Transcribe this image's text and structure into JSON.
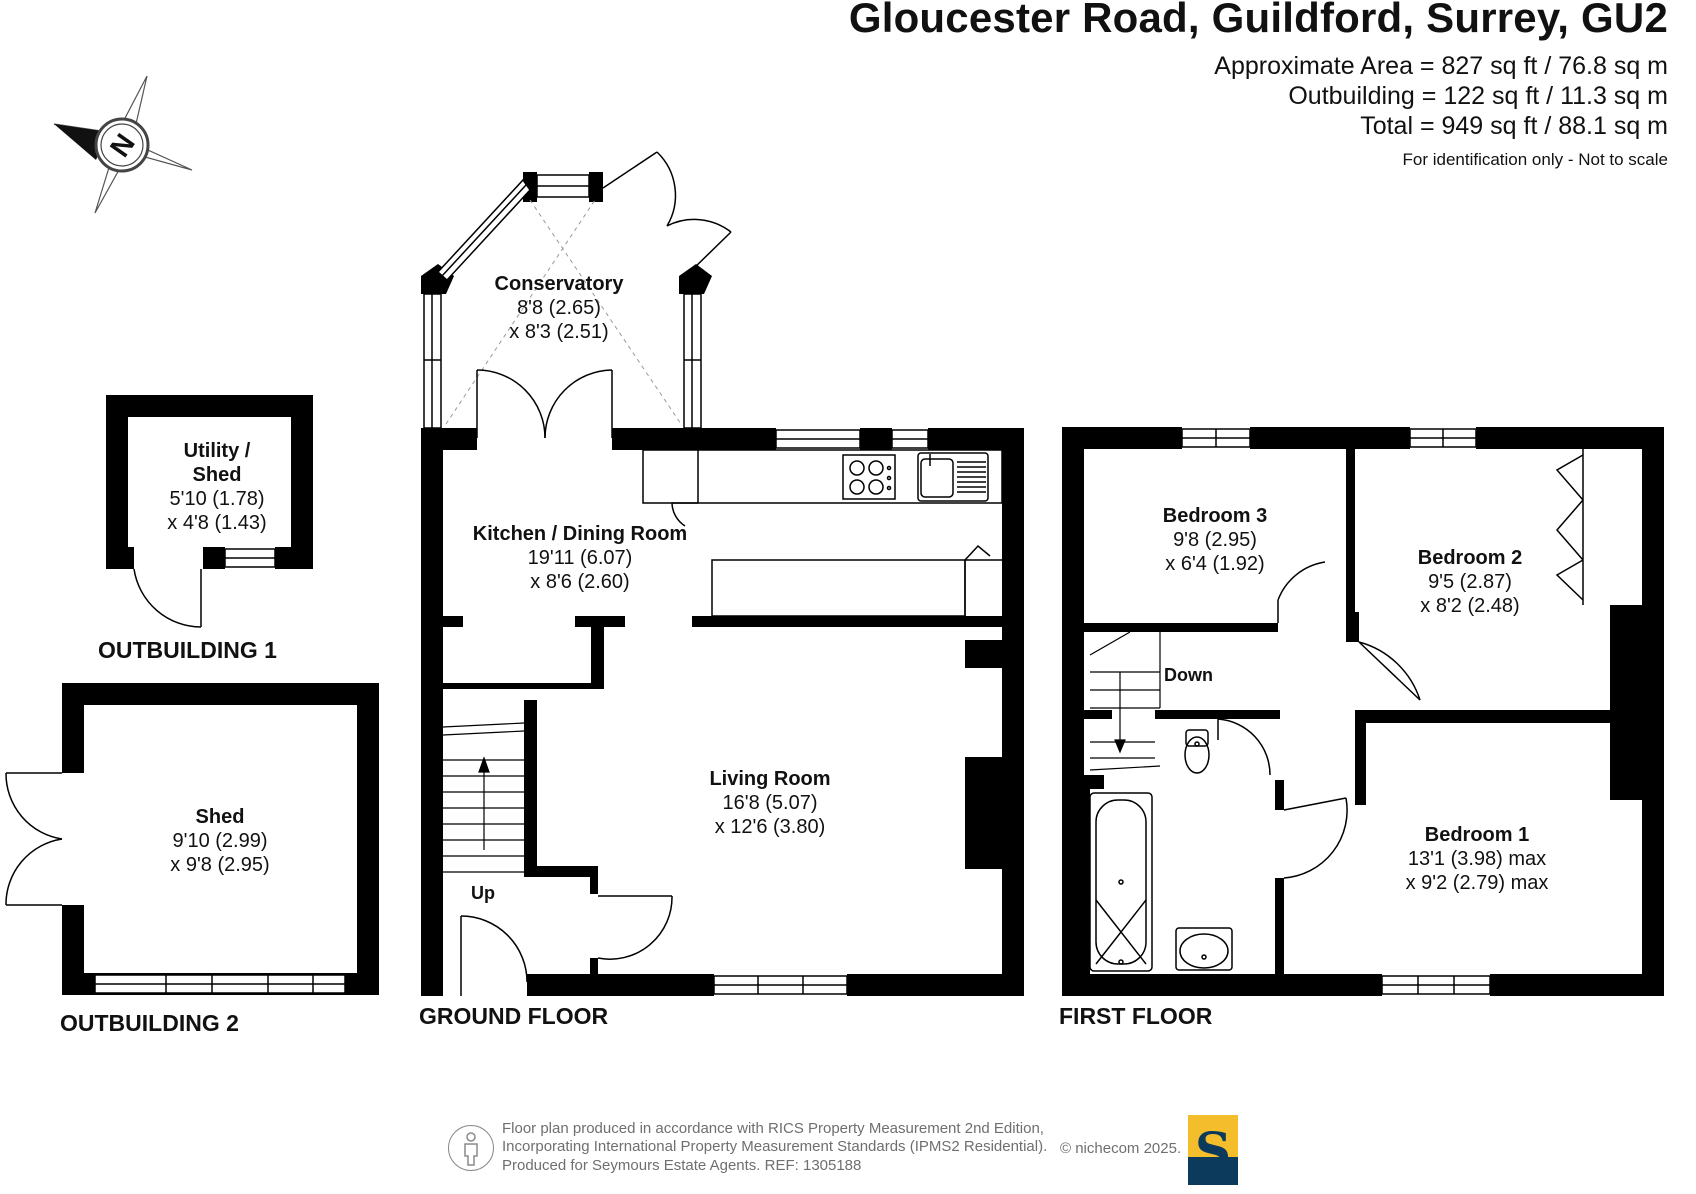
{
  "header": {
    "title": "Gloucester Road, Guildford, Surrey, GU2",
    "area_line": "Approximate Area = 827 sq ft / 76.8 sq m",
    "outbuilding_line": "Outbuilding = 122 sq ft / 11.3 sq m",
    "total_line": "Total = 949 sq ft / 88.1 sq m",
    "note": "For identification only - Not to scale"
  },
  "compass": {
    "letter": "N",
    "icon": "compass-rose-icon"
  },
  "rooms": {
    "conservatory": {
      "name": "Conservatory",
      "dim1": "8'8 (2.65)",
      "dim2": "x 8'3 (2.51)"
    },
    "kitchen": {
      "name": "Kitchen / Dining Room",
      "dim1": "19'11 (6.07)",
      "dim2": "x 8'6 (2.60)"
    },
    "living": {
      "name": "Living  Room",
      "dim1": "16'8 (5.07)",
      "dim2": "x 12'6 (3.80)"
    },
    "utility": {
      "name1": "Utility /",
      "name2": "Shed",
      "dim1": "5'10 (1.78)",
      "dim2": "x 4'8 (1.43)"
    },
    "shed": {
      "name": "Shed",
      "dim1": "9'10 (2.99)",
      "dim2": "x 9'8 (2.95)"
    },
    "bedroom3": {
      "name": "Bedroom 3",
      "dim1": "9'8 (2.95)",
      "dim2": "x 6'4 (1.92)"
    },
    "bedroom2": {
      "name": "Bedroom 2",
      "dim1": "9'5 (2.87)",
      "dim2": "x 8'2 (2.48)"
    },
    "bedroom1": {
      "name": "Bedroom 1",
      "dim1": "13'1 (3.98) max",
      "dim2": "x 9'2 (2.79) max"
    }
  },
  "floor_labels": {
    "outbuilding1": "OUTBUILDING 1",
    "outbuilding2": "OUTBUILDING 2",
    "ground": "GROUND FLOOR",
    "first": "FIRST FLOOR"
  },
  "stairs": {
    "up": "Up",
    "down": "Down"
  },
  "footer": {
    "line1": "Floor plan produced in accordance with RICS Property Measurement 2nd Edition,",
    "line2": "Incorporating International Property Measurement Standards (IPMS2 Residential).",
    "line3": "Produced for Seymours Estate Agents.   REF: 1305188",
    "copyright": "© nichecom 2025.",
    "logo_letter": "S",
    "icon": "person-icon"
  },
  "colors": {
    "wall": "#000000",
    "logo_gold": "#f3bd2b",
    "logo_navy": "#0b3a5c",
    "footer_text": "#6f6f6f"
  }
}
